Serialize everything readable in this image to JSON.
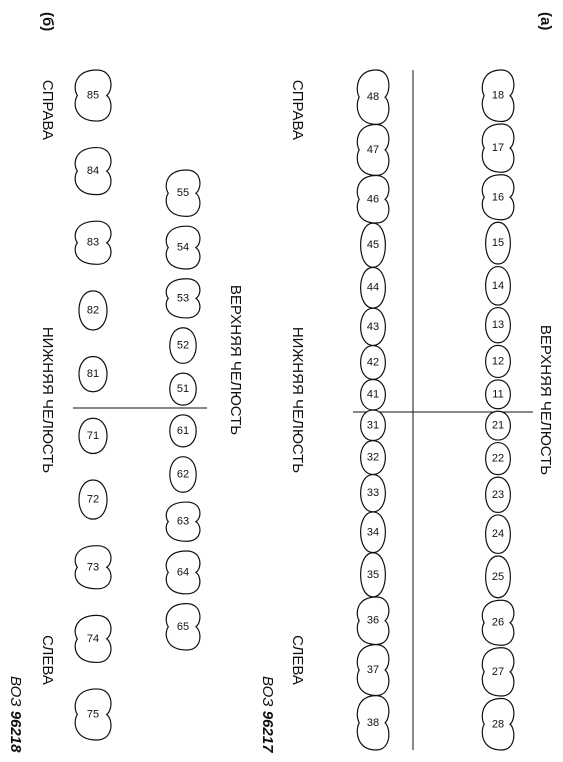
{
  "diagram_a": {
    "label": "(a)",
    "top_title": "ВЕРХНЯЯ ЧЕЛЮСТЬ",
    "bottom_title": "НИЖНЯЯ ЧЕЛЮСТЬ",
    "right_label": "СПРАВА",
    "left_label": "СЛЕВА",
    "code_prefix": "ВОЗ ",
    "code_number": "96217",
    "upper_teeth": [
      "18",
      "17",
      "16",
      "15",
      "14",
      "13",
      "12",
      "11",
      "21",
      "22",
      "23",
      "24",
      "25",
      "26",
      "27",
      "28"
    ],
    "lower_teeth": [
      "48",
      "47",
      "46",
      "45",
      "44",
      "43",
      "42",
      "41",
      "31",
      "32",
      "33",
      "34",
      "35",
      "36",
      "37",
      "38"
    ]
  },
  "diagram_b": {
    "label": "(б)",
    "top_title": "ВЕРХНЯЯ ЧЕЛЮСТЬ",
    "bottom_title": "НИЖНЯЯ ЧЕЛЮСТЬ",
    "right_label": "СПРАВА",
    "left_label": "СЛЕВА",
    "code_prefix": "ВОЗ ",
    "code_number": "96218",
    "upper_teeth": [
      "55",
      "54",
      "53",
      "52",
      "51",
      "61",
      "62",
      "63",
      "64",
      "65"
    ],
    "lower_teeth": [
      "85",
      "84",
      "83",
      "82",
      "81",
      "71",
      "72",
      "73",
      "74",
      "75"
    ]
  }
}
